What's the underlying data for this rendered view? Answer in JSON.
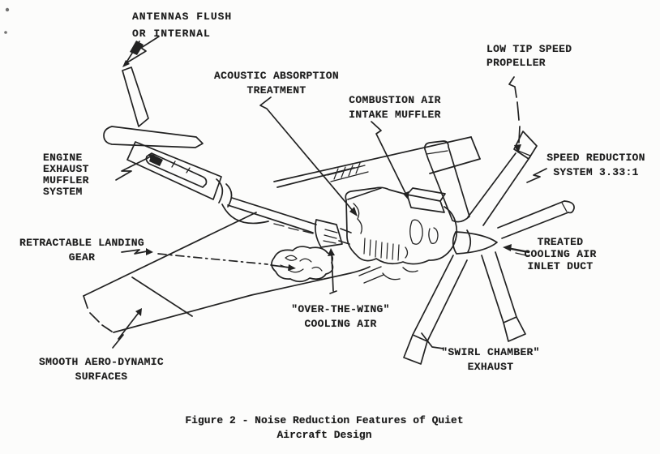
{
  "diagram": {
    "ink_color": "#1e1e1e",
    "paper_color": "#fcfcfb",
    "callouts": {
      "antennas": "ANTENNAS FLUSH\nOR INTERNAL",
      "acoustic": "ACOUSTIC ABSORPTION\nTREATMENT",
      "combustion": "COMBUSTION AIR\nINTAKE MUFFLER",
      "low_tip_propeller": "LOW TIP SPEED\nPROPELLER",
      "speed_reduction": "SPEED REDUCTION\nSYSTEM 3.33:1",
      "engine_exhaust": "ENGINE\nEXHAUST\nMUFFLER\nSYSTEM",
      "landing_gear": "RETRACTABLE LANDING\nGEAR",
      "treated_cooling": "TREATED\nCOOLING AIR\nINLET DUCT",
      "over_the_wing": "\"OVER-THE-WING\"\nCOOLING AIR",
      "swirl_chamber": "\"SWIRL CHAMBER\"\nEXHAUST",
      "smooth_surfaces": "SMOOTH AERO-DYNAMIC\nSURFACES"
    },
    "caption": "Figure 2 - Noise Reduction Features of Quiet\nAircraft Design"
  }
}
